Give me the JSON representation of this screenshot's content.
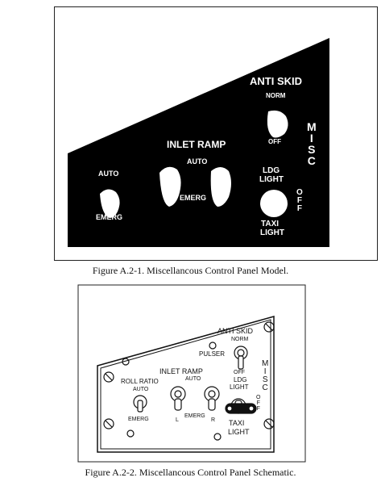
{
  "model": {
    "anti_skid": "ANTI SKID",
    "norm": "NORM",
    "off": "OFF",
    "misc_letters": [
      "M",
      "I",
      "S",
      "C"
    ],
    "inlet_ramp": "INLET RAMP",
    "auto_center": "AUTO",
    "emerg_center": "EMERG",
    "auto_left": "AUTO",
    "emerg_left": "EMERG",
    "ldg_light_1": "LDG",
    "ldg_light_2": "LIGHT",
    "taxi_light_1": "TAXI",
    "taxi_light_2": "LIGHT",
    "off_vertical": [
      "O",
      "F",
      "F"
    ]
  },
  "caption1": "Figure A.2-1.  Miscellancous Control Panel Model.",
  "schematic": {
    "anti_skid": "ANTI SKID",
    "norm": "NORM",
    "pulser": "PULSER",
    "off": "OFF",
    "ldg": "LDG",
    "light": "LIGHT",
    "misc_letters": [
      "M",
      "I",
      "S",
      "C"
    ],
    "off_vertical": [
      "O",
      "F",
      "F"
    ],
    "inlet_ramp": "INLET RAMP",
    "auto_center": "AUTO",
    "roll_ratio": "ROLL RATIO",
    "auto_left": "AUTO",
    "emerg_left": "EMERG",
    "l": "L",
    "emerg_center": "EMERG",
    "r": "R",
    "taxi": "TAXI",
    "taxi_light": "LIGHT"
  },
  "caption2": "Figure A.2-2.  Miscellancous Control Panel Schematic."
}
